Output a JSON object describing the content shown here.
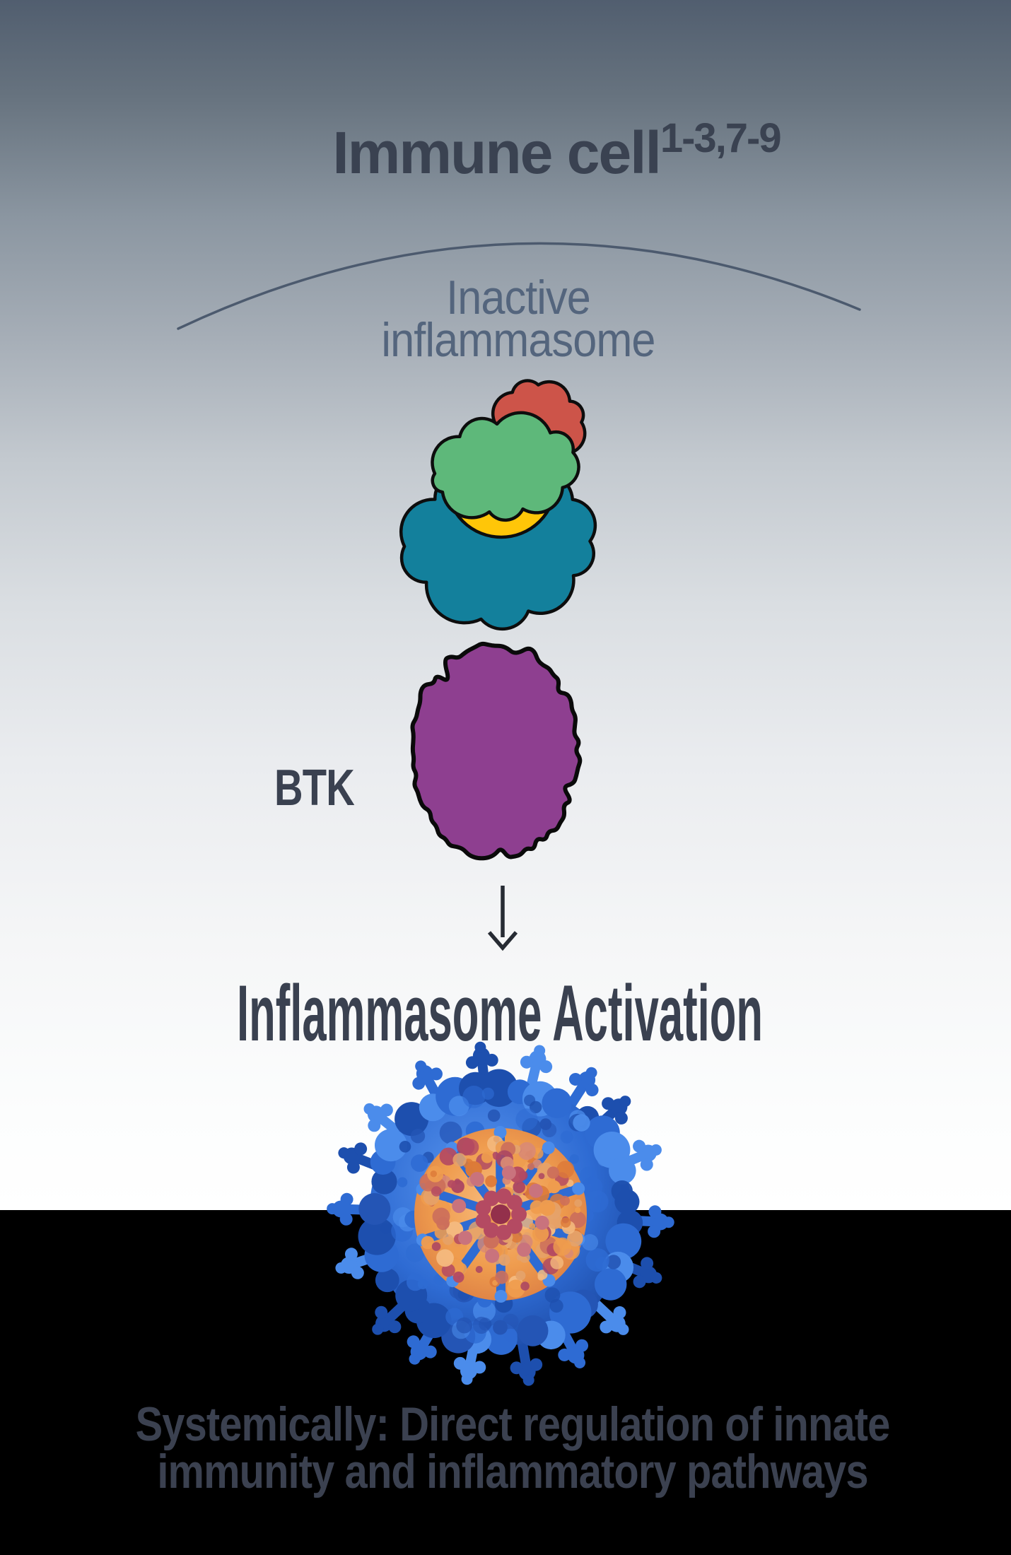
{
  "title": {
    "text": "Immune cell",
    "superscript": "1-3,7-9"
  },
  "inactive_label": {
    "line1": "Inactive",
    "line2": "inflammasome"
  },
  "btk": {
    "label": "BTK"
  },
  "activation": {
    "heading": "Inflammasome Activation"
  },
  "caption": {
    "line1": "Systemically: Direct regulation of innate",
    "line2": "immunity and inflammatory pathways"
  },
  "illustration_colors": {
    "bg_top": "#515e6f",
    "bg_mid": "#c3c9cf",
    "bg_bottom": "#ffffff",
    "footer_bg": "#000000",
    "heading_text": "#3a4251",
    "inactive_label_text": "#54657d",
    "arc_stroke": "#4c5a6e",
    "outline_black": "#0d0d0d",
    "complex_red": "#cd5449",
    "complex_green": "#5eb87a",
    "complex_yellow": "#ffc608",
    "complex_teal": "#13809c",
    "btk_purple": "#8e3f90",
    "arrow": "#262b33",
    "caption_text": "#3b4150",
    "virus_blue": "#2e6bd3",
    "virus_blue_dark": "#1d4fae",
    "virus_blue_light": "#4b8ceb",
    "virus_orange": "#ef9c4e",
    "virus_orange_deep": "#dd7a38",
    "virus_pink": "#d98a74",
    "virus_crimson": "#b44a62",
    "virus_core_center": "#93304b"
  }
}
